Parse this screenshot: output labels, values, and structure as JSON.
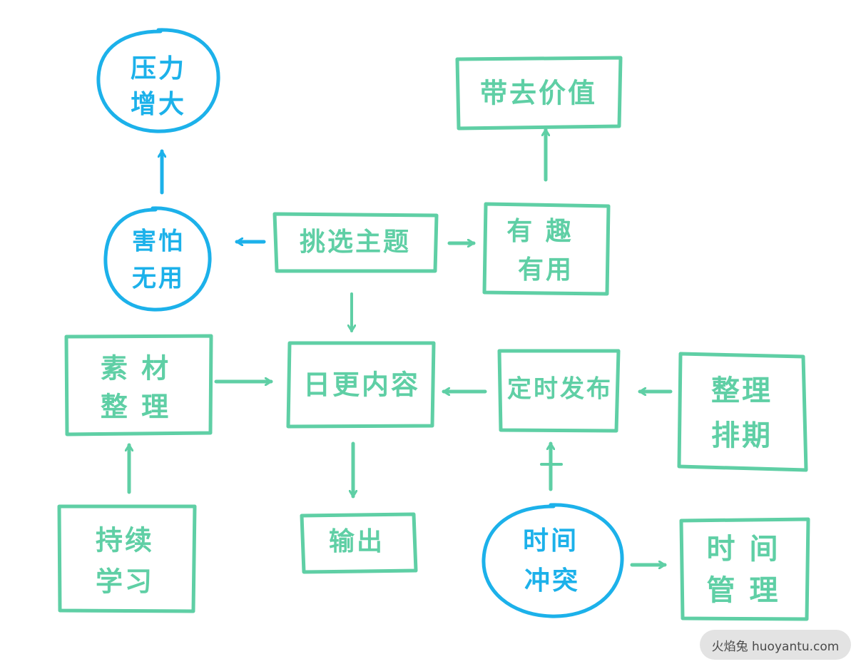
{
  "colors": {
    "green": "#5fcfa5",
    "blue": "#1cb1ea"
  },
  "nodes": {
    "pressure_up": {
      "line1": "压力",
      "line2": "增大"
    },
    "bring_value": {
      "line1": "带去价值"
    },
    "fear_useless": {
      "line1": "害怕",
      "line2": "无用"
    },
    "pick_topic": {
      "line1": "挑选主题"
    },
    "fun_useful": {
      "line1": "有 趣",
      "line2": "有用"
    },
    "material_sort": {
      "line1": "素 材",
      "line2": "整 理"
    },
    "daily_content": {
      "line1": "日更内容"
    },
    "scheduled_publish": {
      "line1": "定时发布"
    },
    "organize_schedule": {
      "line1": "整理",
      "line2": "排期"
    },
    "continuous_learning": {
      "line1": "持续",
      "line2": "学习"
    },
    "output": {
      "line1": "输出"
    },
    "time_conflict": {
      "line1": "时间",
      "line2": "冲突"
    },
    "time_management": {
      "line1": "时 间",
      "line2": "管 理"
    }
  },
  "watermark": "火焰兔 huoyantu.com"
}
